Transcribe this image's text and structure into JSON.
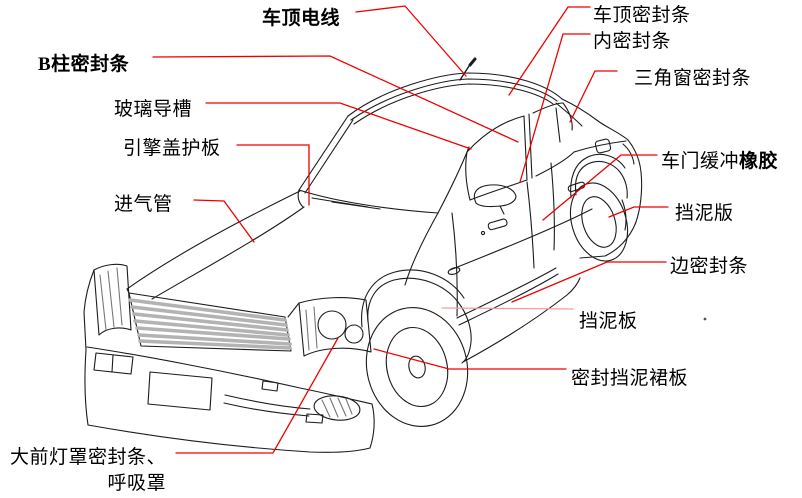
{
  "diagram": {
    "subject": "sedan-body-sealing-parts-diagram",
    "labels": {
      "roof_wire": {
        "text": "车顶电线"
      },
      "roof_seal": {
        "text": "车顶密封条"
      },
      "inner_seal": {
        "text": "内密封条"
      },
      "triangle_window_seal": {
        "text": "三角窗密封条"
      },
      "b_pillar_seal": {
        "text": "B柱密封条"
      },
      "glass_run_channel": {
        "text": "玻璃导槽"
      },
      "hood_guard": {
        "text": "引擎盖护板"
      },
      "intake_pipe": {
        "text": "进气管"
      },
      "door_buffer": {
        "normal": "车门缓冲",
        "bold": "橡胶"
      },
      "fender_guard": {
        "text": "挡泥版"
      },
      "side_seal": {
        "text": "边密封条"
      },
      "mud_flap": {
        "text": "挡泥板"
      },
      "seal_mud_skirt": {
        "text": "密封挡泥裙板"
      },
      "headlight_seal_line1": {
        "text": "大前灯罩密封条、"
      },
      "headlight_seal_line2": {
        "text": "呼吸罩"
      }
    },
    "colors": {
      "leader": "#ee0000",
      "leader_light": "#f29c9c",
      "line_art": "#1c1c1c",
      "grille_bar": "#b3b3b3",
      "background": "#ffffff"
    }
  }
}
